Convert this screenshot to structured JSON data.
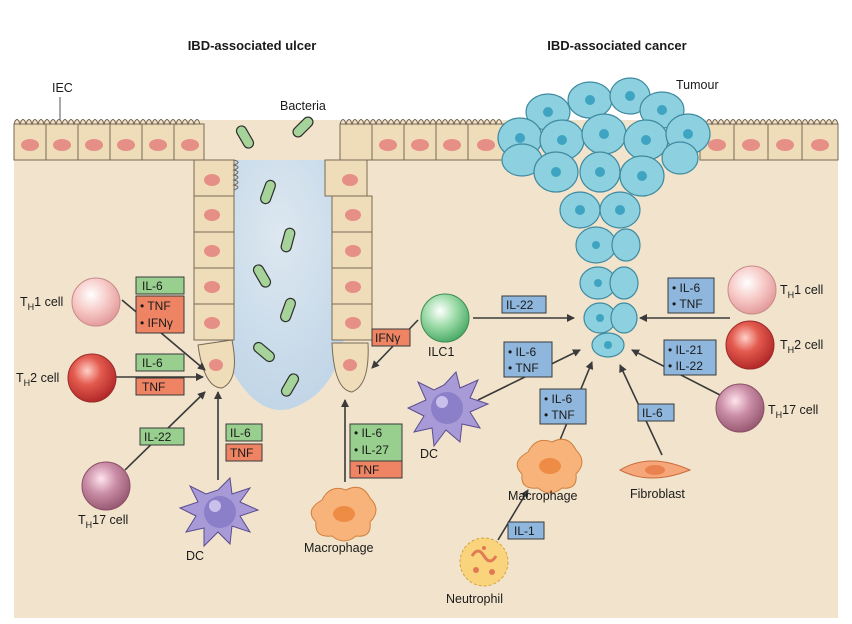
{
  "titles": {
    "ulcer": "IBD-associated ulcer",
    "cancer": "IBD-associated cancer"
  },
  "labels": {
    "iec": "IEC",
    "bacteria": "Bacteria",
    "tumour": "Tumour",
    "th1_left": "T",
    "th1_left_sub": "H",
    "th1_left_rest": "1 cell",
    "th2_left": "T",
    "th2_left_sub": "H",
    "th2_left_rest": "2 cell",
    "th17_left": "T",
    "th17_left_sub": "H",
    "th17_left_rest": "17 cell",
    "dc_left": "DC",
    "macrophage_left": "Macrophage",
    "ilc1": "ILC1",
    "dc_right": "DC",
    "macrophage_right": "Macrophage",
    "fibroblast": "Fibroblast",
    "neutrophil": "Neutrophil",
    "th1_right": "T",
    "th1_right_sub": "H",
    "th1_right_rest": "1 cell",
    "th2_right": "T",
    "th2_right_sub": "H",
    "th2_right_rest": "2 cell",
    "th17_right": "T",
    "th17_right_sub": "H",
    "th17_right_rest": "17 cell"
  },
  "cytokines": {
    "th1_l_a": "IL-6",
    "th1_l_b1": "• TNF",
    "th1_l_b2": "• IFNγ",
    "th2_l_a": "IL-6",
    "th2_l_b": "TNF",
    "th17_l": "IL-22",
    "dc_l_a": "IL-6",
    "dc_l_b": "TNF",
    "mac_l_a1": "• IL-6",
    "mac_l_a2": "• IL-27",
    "mac_l_b": "TNF",
    "ilc1_ifng": "IFNγ",
    "ilc1_il22": "IL-22",
    "dc_r_1": "• IL-6",
    "dc_r_2": "• TNF",
    "mac_r_1": "• IL-6",
    "mac_r_2": "• TNF",
    "fib": "IL-6",
    "neu": "IL-1",
    "th1_r_1": "• IL-6",
    "th1_r_2": "• TNF",
    "th2_r_1": "• IL-21",
    "th2_r_2": "• IL-22"
  },
  "colors": {
    "tissue": "#f0e2c8",
    "epithelium": "#efdcb8",
    "nucleus": "#e68f86",
    "tumour": "#8dd0df",
    "lumen": "#c9dff2",
    "green_box": "#98cf8e",
    "red_box": "#ee8463",
    "blue_box": "#8fb7dd"
  }
}
